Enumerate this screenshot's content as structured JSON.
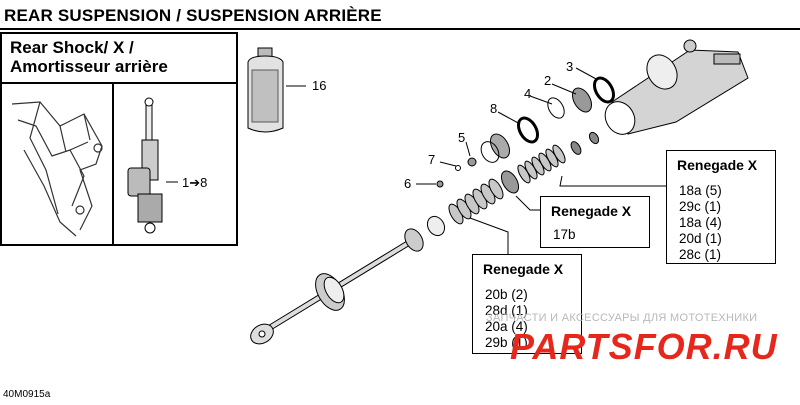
{
  "title": "REAR SUSPENSION / SUSPENSION ARRIÈRE",
  "inset": {
    "line1": "Rear Shock/ X /",
    "line2": "Amortisseur arrière",
    "ref": "1➔8"
  },
  "callouts": {
    "c1": "16",
    "c2": "2",
    "c3": "3",
    "c4": "4",
    "c5": "5",
    "c6": "6",
    "c7": "7",
    "c8": "8"
  },
  "boxes": {
    "right": {
      "title": "Renegade X",
      "lines": [
        "18a (5)",
        "29c (1)",
        "18a (4)",
        "20d (1)",
        "28c (1)"
      ]
    },
    "middle": {
      "title": "Renegade X",
      "lines": [
        "17b"
      ]
    },
    "bottom": {
      "title": "Renegade X",
      "lines": [
        "20b (2)",
        "28d (1)",
        "20a (4)",
        "29b (1)"
      ]
    }
  },
  "figure_id": "40M0915a",
  "watermark": "ЗАПЧАСТИ И АКСЕССУАРЫ ДЛЯ МОТОТЕХНИКИ",
  "logo": "PARTSFOR.RU",
  "colors": {
    "logo": "#e6281c",
    "line": "#000000",
    "part_fill": "#d8d8d8"
  }
}
